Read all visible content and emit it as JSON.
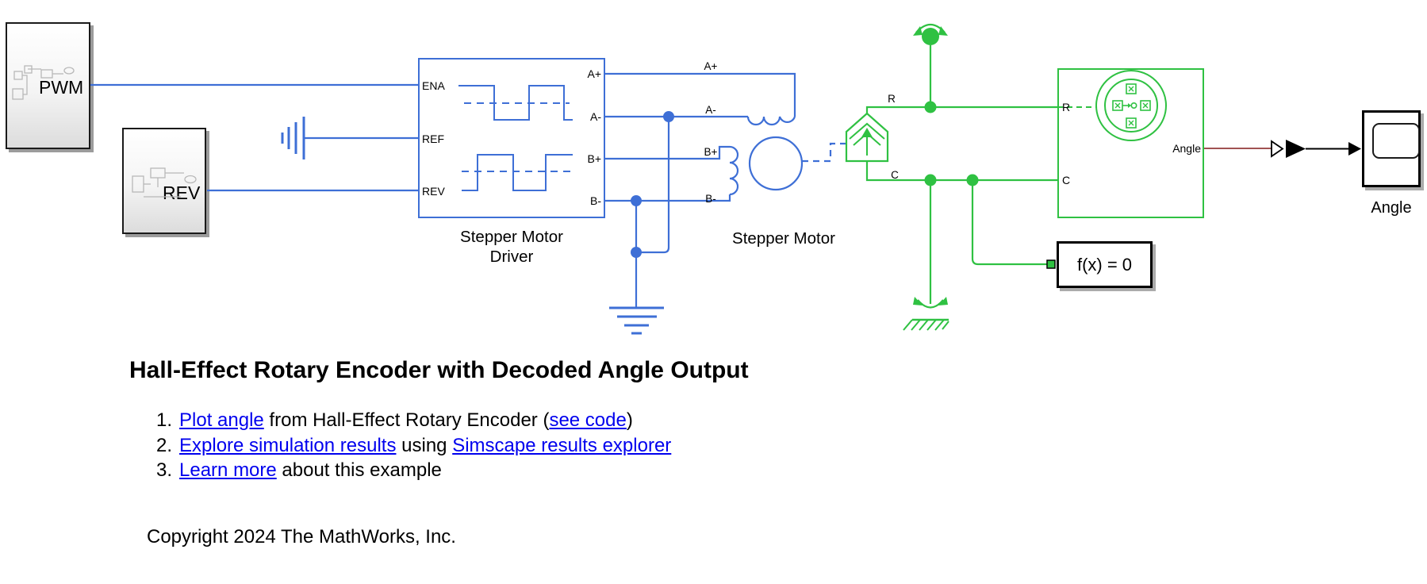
{
  "colors": {
    "wire_blue": "#3e6fd6",
    "wire_green": "#2fc142",
    "signal_dark_red": "#a05252",
    "signal_black": "#000000",
    "link_blue": "#0000EE"
  },
  "blocks": {
    "pwm": {
      "label": "PWM"
    },
    "rev": {
      "label": "REV"
    },
    "driver": {
      "label": "Stepper Motor Driver",
      "port_ena": "ENA",
      "port_ref": "REF",
      "port_rev": "REV",
      "port_a_plus": "A+",
      "port_a_minus": "A-",
      "port_b_plus": "B+",
      "port_b_minus": "B-"
    },
    "motor": {
      "label": "Stepper Motor"
    },
    "encoder": {
      "port_r": "R",
      "port_c": "C",
      "port_angle": "Angle"
    },
    "solver": {
      "label": "f(x) = 0"
    },
    "scope": {
      "label": "Angle"
    }
  },
  "wire_labels": {
    "a_plus": "A+",
    "a_minus": "A-",
    "b_plus": "B+",
    "b_minus": "B-",
    "r": "R",
    "c": "C"
  },
  "annotations": {
    "title": "Hall-Effect Rotary Encoder with Decoded Angle Output",
    "item1": {
      "num": "1.",
      "link1": "Plot angle",
      "text1": " from Hall-Effect Rotary Encoder (",
      "link2": "see code",
      "text2": ")"
    },
    "item2": {
      "num": "2.",
      "link1": "Explore simulation results",
      "text1": " using ",
      "link2": "Simscape results explorer",
      "text2": ""
    },
    "item3": {
      "num": "3.",
      "link1": "Learn more",
      "text1": " about this example",
      "link2": "",
      "text2": ""
    },
    "copyright": "Copyright 2024 The MathWorks, Inc."
  }
}
